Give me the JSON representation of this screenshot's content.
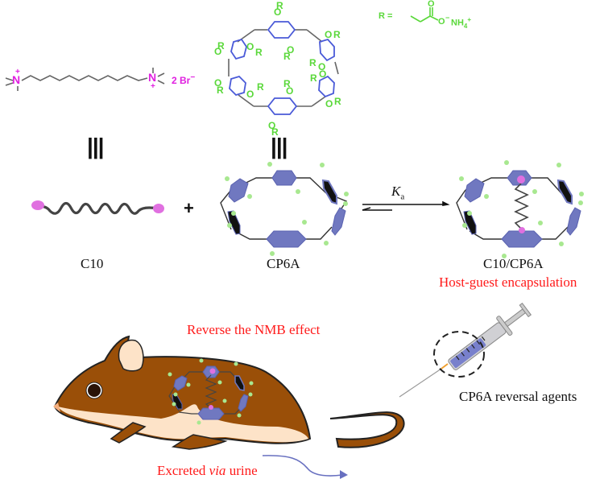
{
  "colors": {
    "magenta": "#e020e0",
    "green": "#5ad83a",
    "blue_ring": "#4a5ad8",
    "ring_fill": "#7078c0",
    "node_green": "#a8e890",
    "guest_pink": "#e070e0",
    "red_text": "#ff1a1a",
    "mouse_body": "#9a4f08",
    "mouse_belly": "#fde3c8",
    "syringe_liquid": "#7880cc",
    "arrow_blue": "#6870c0"
  },
  "top": {
    "c10_structure": {
      "left_atom": "N",
      "right_atom": "N",
      "counter_ion": "2 Br",
      "counter_charge": "−",
      "charge": "+"
    },
    "cp6a_structure": {
      "o_label": "O",
      "r_label": "R"
    },
    "r_definition": {
      "prefix": "R =",
      "o_top": "O",
      "o_minus": "O",
      "minus": "−",
      "cation": "NH",
      "cation_sub": "4",
      "cation_sup": "+"
    },
    "equiv_symbol": "|||"
  },
  "middle": {
    "plus": "+",
    "equilibrium_constant": "K",
    "equilibrium_sub": "a",
    "c10_label": "C10",
    "cp6a_label": "CP6A",
    "complex_label": "C10/CP6A",
    "complex_caption": "Host-guest encapsulation"
  },
  "bottom": {
    "reverse_label": "Reverse the NMB effect",
    "syringe_label": "CP6A reversal agents",
    "excreted_prefix": "Excreted ",
    "excreted_italic": "via",
    "excreted_suffix": " urine"
  }
}
